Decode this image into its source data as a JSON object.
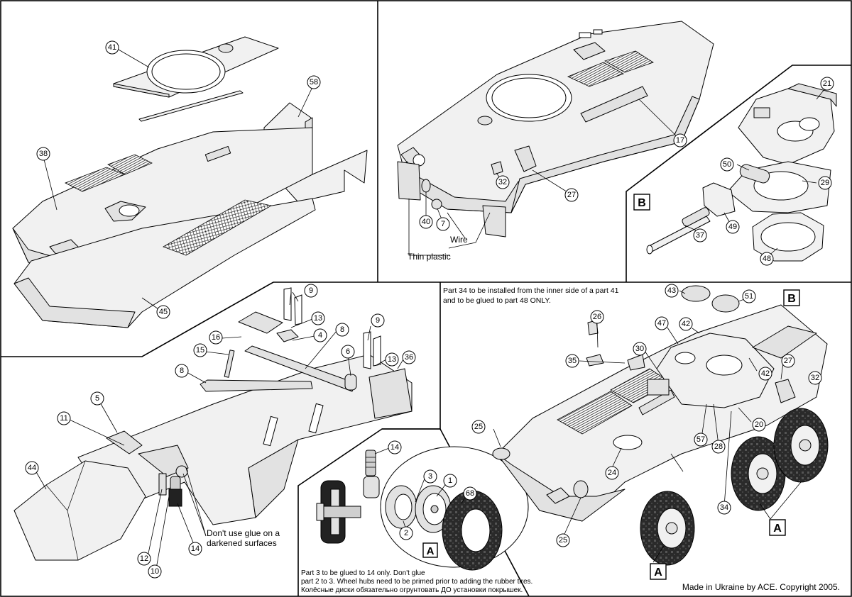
{
  "callouts": [
    {
      "id": "c41",
      "label": "41"
    },
    {
      "id": "c58",
      "label": "58"
    },
    {
      "id": "c38",
      "label": "38"
    },
    {
      "id": "c45",
      "label": "45"
    },
    {
      "id": "c17",
      "label": "17"
    },
    {
      "id": "c32a",
      "label": "32"
    },
    {
      "id": "c27a",
      "label": "27"
    },
    {
      "id": "c40",
      "label": "40"
    },
    {
      "id": "c7",
      "label": "7"
    },
    {
      "id": "c21",
      "label": "21"
    },
    {
      "id": "c50",
      "label": "50"
    },
    {
      "id": "c29",
      "label": "29"
    },
    {
      "id": "c37",
      "label": "37"
    },
    {
      "id": "c49",
      "label": "49"
    },
    {
      "id": "c48",
      "label": "48"
    },
    {
      "id": "c9a",
      "label": "9"
    },
    {
      "id": "c13a",
      "label": "13"
    },
    {
      "id": "c4",
      "label": "4"
    },
    {
      "id": "c8a",
      "label": "8"
    },
    {
      "id": "c16",
      "label": "16"
    },
    {
      "id": "c15",
      "label": "15"
    },
    {
      "id": "c9b",
      "label": "9"
    },
    {
      "id": "c6",
      "label": "6"
    },
    {
      "id": "c13b",
      "label": "13"
    },
    {
      "id": "c36",
      "label": "36"
    },
    {
      "id": "c8b",
      "label": "8"
    },
    {
      "id": "c5",
      "label": "5"
    },
    {
      "id": "c11",
      "label": "11"
    },
    {
      "id": "c44",
      "label": "44"
    },
    {
      "id": "c12",
      "label": "12"
    },
    {
      "id": "c10",
      "label": "10"
    },
    {
      "id": "c14a",
      "label": "14"
    },
    {
      "id": "c14b",
      "label": "14"
    },
    {
      "id": "c3",
      "label": "3"
    },
    {
      "id": "c1",
      "label": "1"
    },
    {
      "id": "c68",
      "label": "68"
    },
    {
      "id": "c2",
      "label": "2"
    },
    {
      "id": "c43",
      "label": "43"
    },
    {
      "id": "c51",
      "label": "51"
    },
    {
      "id": "c26",
      "label": "26"
    },
    {
      "id": "c47",
      "label": "47"
    },
    {
      "id": "c42a",
      "label": "42"
    },
    {
      "id": "c30",
      "label": "30"
    },
    {
      "id": "c35",
      "label": "35"
    },
    {
      "id": "c42b",
      "label": "42"
    },
    {
      "id": "c27b",
      "label": "27"
    },
    {
      "id": "c32b",
      "label": "32"
    },
    {
      "id": "c25a",
      "label": "25"
    },
    {
      "id": "c20",
      "label": "20"
    },
    {
      "id": "c57",
      "label": "57"
    },
    {
      "id": "c28",
      "label": "28"
    },
    {
      "id": "c24",
      "label": "24"
    },
    {
      "id": "c25b",
      "label": "25"
    },
    {
      "id": "c34",
      "label": "34"
    }
  ],
  "boxed_labels": {
    "b_top": "B",
    "b_main": "B",
    "a_wheel": "A",
    "a_front": "A",
    "a_rear": "A"
  },
  "notes": {
    "wire": "Wire",
    "thin_plastic": "Thin plastic",
    "no_glue": [
      "Don't use glue on a",
      "darkened surfaces"
    ],
    "part34": [
      "Part 34 to be installed from the inner side of a part 41",
      "and to be glued to part 48 ONLY."
    ],
    "wheel": [
      "Part 3 to be glued to 14 only. Don't glue",
      "part 2 to 3. Wheel hubs need to be primed prior to adding the rubber tires.",
      "Колёсные диски обязательно огрунтовать ДО установки покрышек."
    ],
    "copyright": "Made in Ukraine by ACE. Copyright 2005."
  },
  "colors": {
    "highlight": "#35c8d8",
    "ink": "#000000",
    "fill_light": "#f1f1f1",
    "fill_mid": "#e2e2e2",
    "tire": "#222222"
  }
}
